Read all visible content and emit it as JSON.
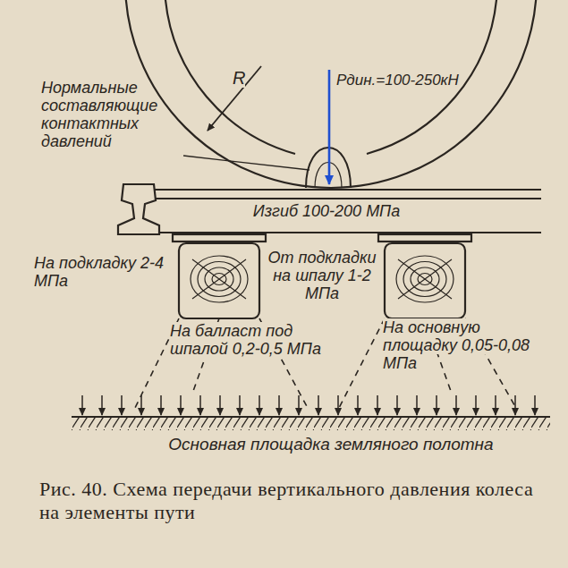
{
  "diagram": {
    "caption": "Рис. 40. Схема передачи вертикального давления колеса на элементы пути",
    "labels": [
      "R",
      "Pдин.=100-250кН",
      "Нормальные составляющие контактных давлений",
      "Изгиб 100-200 МПа",
      "На подкладку 2-4 МПа",
      "От подкладки на шпалу 1-2 МПа",
      "На балласт под шпалой 0,2-0,5 МПа",
      "На основную площадку 0,05-0,08 МПа",
      "Основная площадка земляного полотна"
    ]
  }
}
